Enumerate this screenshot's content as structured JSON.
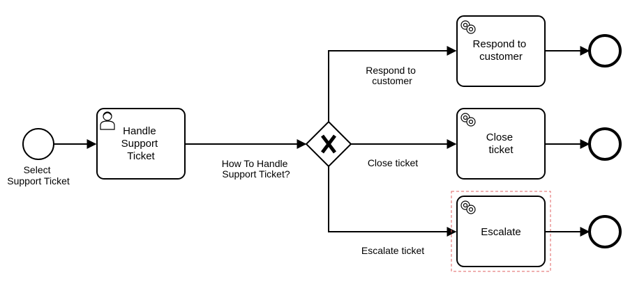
{
  "diagram": {
    "start_event": {
      "label_lines": [
        "Select",
        "Support Ticket"
      ]
    },
    "handle_task": {
      "type": "user-task",
      "label_lines": [
        "Handle",
        "Support",
        "Ticket"
      ]
    },
    "gateway": {
      "type": "exclusive-gateway",
      "symbol": "X",
      "label_lines": [
        "How To Handle",
        "Support Ticket?"
      ]
    },
    "tasks": [
      {
        "type": "service-task",
        "label_lines": [
          "Respond to",
          "customer"
        ]
      },
      {
        "type": "service-task",
        "label_lines": [
          "Close",
          "ticket"
        ]
      },
      {
        "type": "service-task",
        "label_lines": [
          "Escalate"
        ],
        "selected": true
      }
    ],
    "flows": [
      {
        "label_lines": [
          "Respond to",
          "customer"
        ]
      },
      {
        "label_lines": [
          "Close ticket"
        ]
      },
      {
        "label_lines": [
          "Escalate ticket"
        ]
      }
    ],
    "end_events": [
      {},
      {},
      {}
    ],
    "colors": {
      "stroke": "#000000",
      "selection": "#e06060",
      "background": "#ffffff"
    }
  }
}
